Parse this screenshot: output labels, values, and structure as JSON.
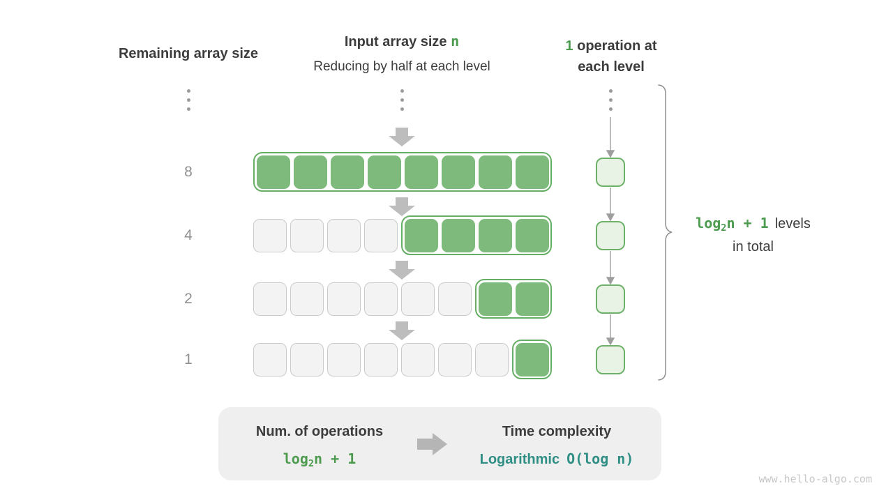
{
  "title_row": {
    "left_header": "Remaining array size",
    "center_header": "Input array size ",
    "center_header_var": "n",
    "center_subheader": "Reducing by half at each level",
    "right_header_num": "1",
    "right_header_line1": " operation at",
    "right_header_line2": "each level"
  },
  "levels": [
    {
      "label": "8",
      "gray_cells": 0,
      "green_cells": 8
    },
    {
      "label": "4",
      "gray_cells": 4,
      "green_cells": 4
    },
    {
      "label": "2",
      "gray_cells": 6,
      "green_cells": 2
    },
    {
      "label": "1",
      "gray_cells": 7,
      "green_cells": 1
    }
  ],
  "brace_annotation": {
    "formula_log": "log",
    "formula_sub": "2",
    "formula_rest": "n + 1",
    "suffix": "levels",
    "line2": "in total"
  },
  "summary_box": {
    "operations_title": "Num. of operations",
    "operations_formula_log": "log",
    "operations_formula_sub": "2",
    "operations_formula_rest": "n + 1",
    "complexity_title": "Time complexity",
    "complexity_name": "Logarithmic",
    "complexity_big_o": "O(log n)"
  },
  "watermark": "www.hello-algo.com",
  "colors": {
    "cell_green": "#7dba7b",
    "container_green_border": "#66ae63",
    "op_square_fill": "#e9f3e5",
    "op_square_border": "#6db169",
    "green_text": "#4c9b4f",
    "teal_text": "#2f8f85",
    "gray_cell_fill": "#f3f3f3",
    "gray_cell_border": "#cbcbcb",
    "block_arrow_gray": "#bdbdbd",
    "dark_text": "#3c3c3c",
    "summary_box_bg": "#efefef"
  }
}
